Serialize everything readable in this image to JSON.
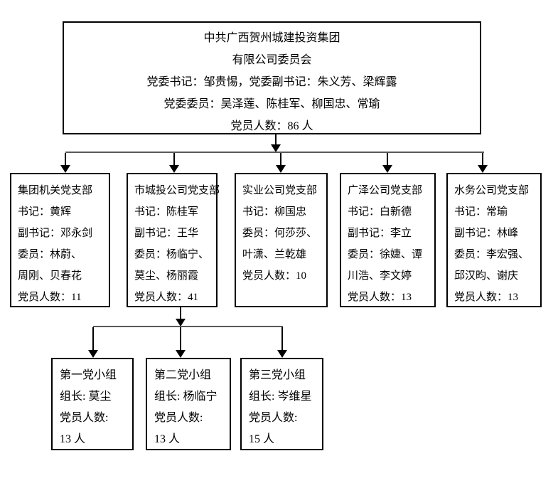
{
  "colors": {
    "background": "#ffffff",
    "box_border": "#000000",
    "text": "#000000",
    "connector": "#595959",
    "arrow": "#000000"
  },
  "root": {
    "lines": [
      "中共广西贺州城建投资集团",
      "有限公司委员会",
      "党委书记：邹贵惕，党委副书记：朱义芳、梁辉露",
      "党委委员：吴泽莲、陈桂军、柳国忠、常瑜",
      "党员人数：86 人"
    ]
  },
  "branches": [
    {
      "lines": [
        "集团机关党支部",
        "书记：黄辉",
        "副书记：邓永剑",
        "委员：林蔚、",
        "周刚、贝春花",
        "党员人数：11"
      ]
    },
    {
      "lines": [
        "市城投公司党支部",
        "书记：陈桂军",
        "副书记：王华",
        "委员：杨临宁、",
        "莫尘、杨丽霞",
        "党员人数：41"
      ]
    },
    {
      "lines": [
        "实业公司党支部",
        "书记：柳国忠",
        "委员：何莎莎、",
        "叶潇、兰乾雄",
        "党员人数：10"
      ]
    },
    {
      "lines": [
        "广泽公司党支部",
        "书记：白新德",
        "副书记：李立",
        "委员：徐婕、谭",
        "川浩、李文婷",
        "党员人数：13"
      ]
    },
    {
      "lines": [
        "水务公司党支部",
        "书记：常瑜",
        "副书记：林峰",
        "委员：李宏强、",
        "邱汉昀、谢庆",
        "党员人数：13"
      ]
    }
  ],
  "groups": [
    {
      "lines": [
        "第一党小组",
        "组长: 莫尘",
        "党员人数:",
        "13 人"
      ]
    },
    {
      "lines": [
        "第二党小组",
        "组长: 杨临宁",
        "党员人数:",
        "13 人"
      ]
    },
    {
      "lines": [
        "第三党小组",
        "组长: 岑维星",
        "党员人数:",
        "15 人"
      ]
    }
  ]
}
